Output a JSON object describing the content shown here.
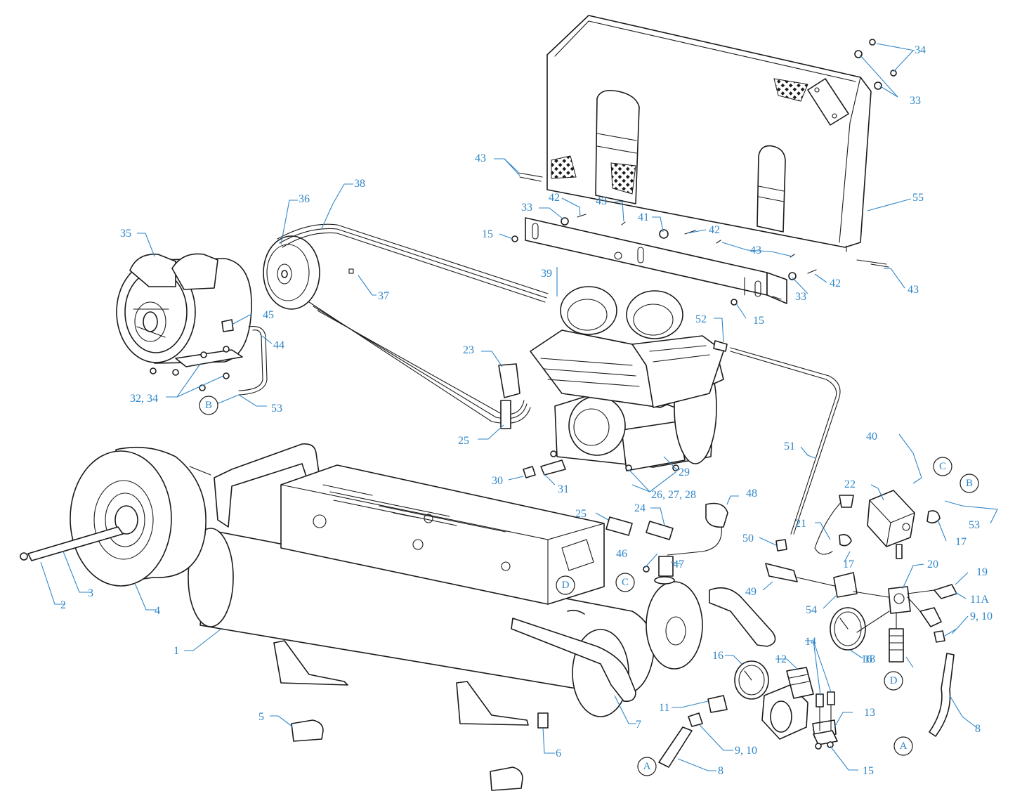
{
  "callouts": [
    {
      "label": "34"
    },
    {
      "label": "33"
    },
    {
      "label": "43"
    },
    {
      "label": "55"
    },
    {
      "label": "38"
    },
    {
      "label": "36"
    },
    {
      "label": "35"
    },
    {
      "label": "42"
    },
    {
      "label": "43"
    },
    {
      "label": "33"
    },
    {
      "label": "15"
    },
    {
      "label": "41"
    },
    {
      "label": "42"
    },
    {
      "label": "43"
    },
    {
      "label": "42"
    },
    {
      "label": "33"
    },
    {
      "label": "15"
    },
    {
      "label": "43"
    },
    {
      "label": "37"
    },
    {
      "label": "39"
    },
    {
      "label": "45"
    },
    {
      "label": "44"
    },
    {
      "label": "52"
    },
    {
      "label": "23"
    },
    {
      "label": "32, 34"
    },
    {
      "label": "53"
    },
    {
      "label": "25"
    },
    {
      "label": "29"
    },
    {
      "label": "51"
    },
    {
      "label": "40"
    },
    {
      "label": "30"
    },
    {
      "label": "31"
    },
    {
      "label": "26, 27, 28"
    },
    {
      "label": "22"
    },
    {
      "label": "48"
    },
    {
      "label": "25"
    },
    {
      "label": "24"
    },
    {
      "label": "53"
    },
    {
      "label": "21"
    },
    {
      "label": "50"
    },
    {
      "label": "17"
    },
    {
      "label": "17"
    },
    {
      "label": "46"
    },
    {
      "label": "47"
    },
    {
      "label": "20"
    },
    {
      "label": "19"
    },
    {
      "label": "49"
    },
    {
      "label": "54"
    },
    {
      "label": "11A"
    },
    {
      "label": "9, 10"
    },
    {
      "label": "2"
    },
    {
      "label": "3"
    },
    {
      "label": "4"
    },
    {
      "label": "1"
    },
    {
      "label": "16"
    },
    {
      "label": "18"
    },
    {
      "label": "14"
    },
    {
      "label": "16"
    },
    {
      "label": "12"
    },
    {
      "label": "8"
    },
    {
      "label": "11"
    },
    {
      "label": "13"
    },
    {
      "label": "5"
    },
    {
      "label": "7"
    },
    {
      "label": "9, 10"
    },
    {
      "label": "6"
    },
    {
      "label": "8"
    },
    {
      "label": "15"
    }
  ],
  "connectors": [
    {
      "letter": "B"
    },
    {
      "letter": "C"
    },
    {
      "letter": "B"
    },
    {
      "letter": "D"
    },
    {
      "letter": "C"
    },
    {
      "letter": "D"
    },
    {
      "letter": "A"
    },
    {
      "letter": "A"
    }
  ]
}
